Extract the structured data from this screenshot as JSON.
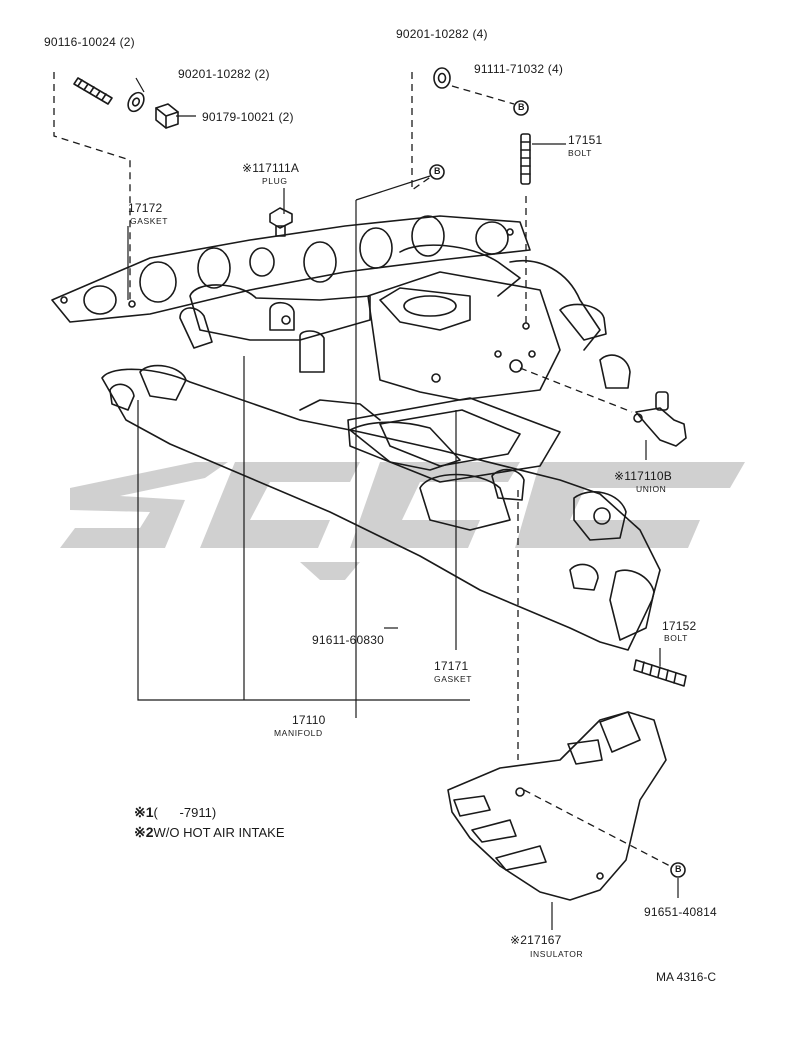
{
  "parts": {
    "stud_left": {
      "number": "90116-10024 (2)"
    },
    "washer_left": {
      "number": "90201-10282 (2)"
    },
    "nut_left": {
      "number": "90179-10021 (2)"
    },
    "washer_top": {
      "number": "90201-10282 (4)"
    },
    "washer_top_b": {
      "number": "91111-71032 (4)"
    },
    "bolt_top": {
      "number": "17151",
      "name": "BOLT"
    },
    "plug": {
      "number": "※117111A",
      "name": "PLUG"
    },
    "gasket_exhaust": {
      "number": "17172",
      "name": "GASKET"
    },
    "union": {
      "number": "※117110B",
      "name": "UNION"
    },
    "bolt_lower": {
      "number": "91611-60830"
    },
    "gasket_carb": {
      "number": "17171",
      "name": "GASKET"
    },
    "bolt_right": {
      "number": "17152",
      "name": "BOLT"
    },
    "manifold": {
      "number": "17110",
      "name": "MANIFOLD"
    },
    "insulator_bolt": {
      "number": "91651-40814"
    },
    "insulator": {
      "number": "※217167",
      "name": "INSULATOR"
    }
  },
  "callout_letter": "B",
  "notes": [
    {
      "mark": "※1",
      "text": "(      -7911)"
    },
    {
      "mark": "※2",
      "text": "W/O HOT AIR INTAKE"
    }
  ],
  "reference": "MA 4316-C",
  "colors": {
    "ink": "#1a1a1a",
    "watermark": "#c8c8c8",
    "paper": "#ffffff"
  }
}
